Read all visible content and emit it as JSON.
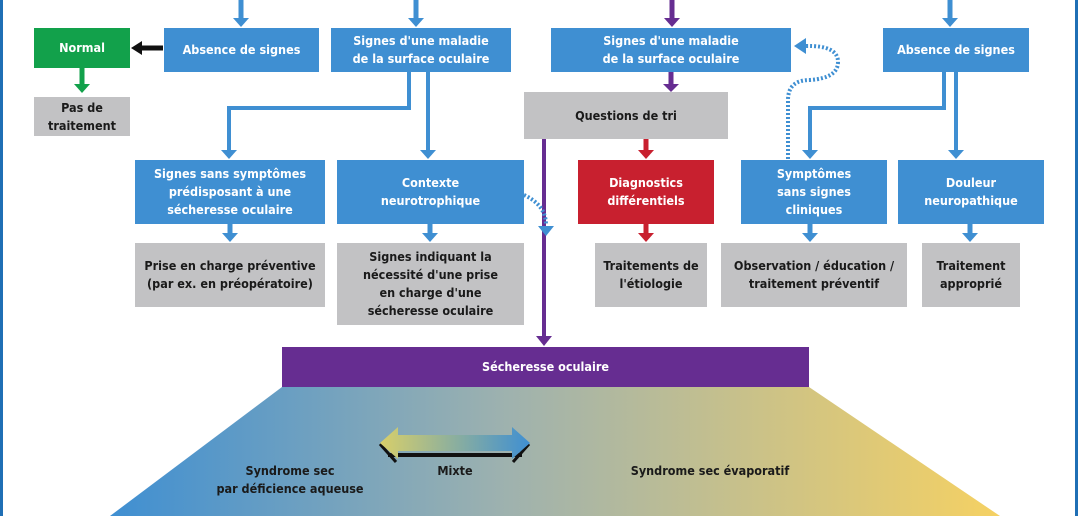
{
  "colors": {
    "blue": "#3f8fd2",
    "grey": "#c2c2c4",
    "green": "#12a14b",
    "red": "#c8202f",
    "purple": "#662d91",
    "gradient_left": "#3f8fd2",
    "gradient_right": "#f5d163"
  },
  "row1": {
    "normal": "Normal",
    "absence_left": "Absence de signes",
    "signes_left": "Signes d'une maladie\nde la surface oculaire",
    "signes_right": "Signes d'une maladie\nde la surface oculaire",
    "absence_right": "Absence de signes"
  },
  "pas_traitement": "Pas de\ntraitement",
  "questions_tri": "Questions de tri",
  "row3": {
    "signes_sans_symptomes": "Signes sans symptômes\nprédisposant à une\nsécheresse oculaire",
    "contexte_neuro": "Contexte\nneurotrophique",
    "diagnostics": "Diagnostics\ndifférentiels",
    "symptomes_sans_signes": "Symptômes\nsans signes\ncliniques",
    "douleur": "Douleur\nneuropathique"
  },
  "row4": {
    "prise_en_charge": "Prise en charge préventive\n(par ex. en préopératoire)",
    "signes_indiquant": "Signes indiquant la\nnécessité d'une prise\nen charge d'une\nsécheresse oculaire",
    "traitements_etiologie": "Traitements de\nl'étiologie",
    "observation": "Observation / éducation /\ntraitement préventif",
    "traitement_approprie": "Traitement\napproprié"
  },
  "secheresse": "Sécheresse oculaire",
  "spectrum": {
    "left": "Syndrome sec\npar déficience aqueuse",
    "middle": "Mixte",
    "right": "Syndrome sec évaporatif"
  }
}
